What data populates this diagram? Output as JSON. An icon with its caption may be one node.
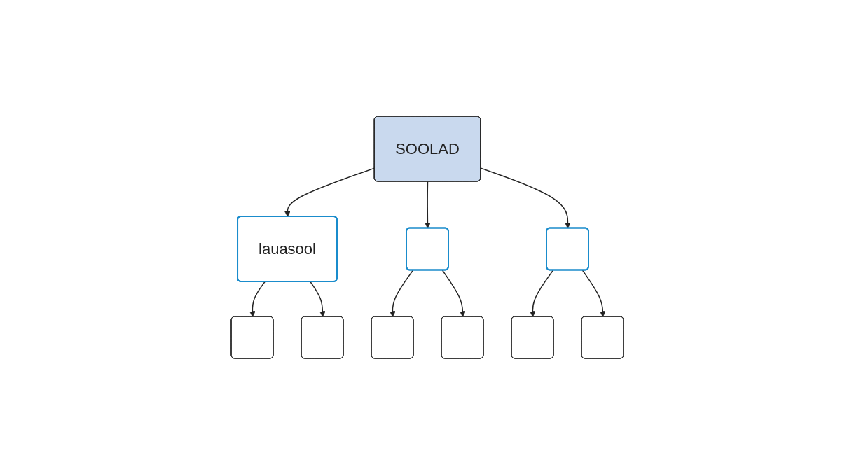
{
  "diagram": {
    "nodes": [
      {
        "text": [],
        "shape": "box"
      },
      {
        "text": [],
        "shape": "box"
      },
      {
        "text": [],
        "shape": "box"
      },
      {
        "text": [],
        "shape": "box"
      },
      {
        "text": [
          "lauasool"
        ]
      },
      {
        "text": [],
        "shape": "box"
      },
      {
        "text": [
          "SOOLAD"
        ]
      },
      {
        "text": [],
        "shape": "box"
      },
      {
        "text": [],
        "shape": "box"
      },
      {
        "text": [],
        "shape": "box"
      }
    ],
    "edges": [
      {
        "from": 6,
        "to": 4,
        "arrow": "to"
      },
      {
        "from": 6,
        "to": 5,
        "arrow": "to"
      },
      {
        "from": 6,
        "to": 7,
        "arrow": "to"
      },
      {
        "from": 4,
        "to": 0,
        "arrow": "to"
      },
      {
        "from": 4,
        "to": 1,
        "arrow": "to"
      },
      {
        "from": 5,
        "to": 2,
        "arrow": "to"
      },
      {
        "from": 5,
        "to": 3,
        "arrow": "to"
      },
      {
        "from": 7,
        "to": 8,
        "arrow": "to"
      },
      {
        "from": 7,
        "to": 9,
        "arrow": "to"
      }
    ]
  }
}
